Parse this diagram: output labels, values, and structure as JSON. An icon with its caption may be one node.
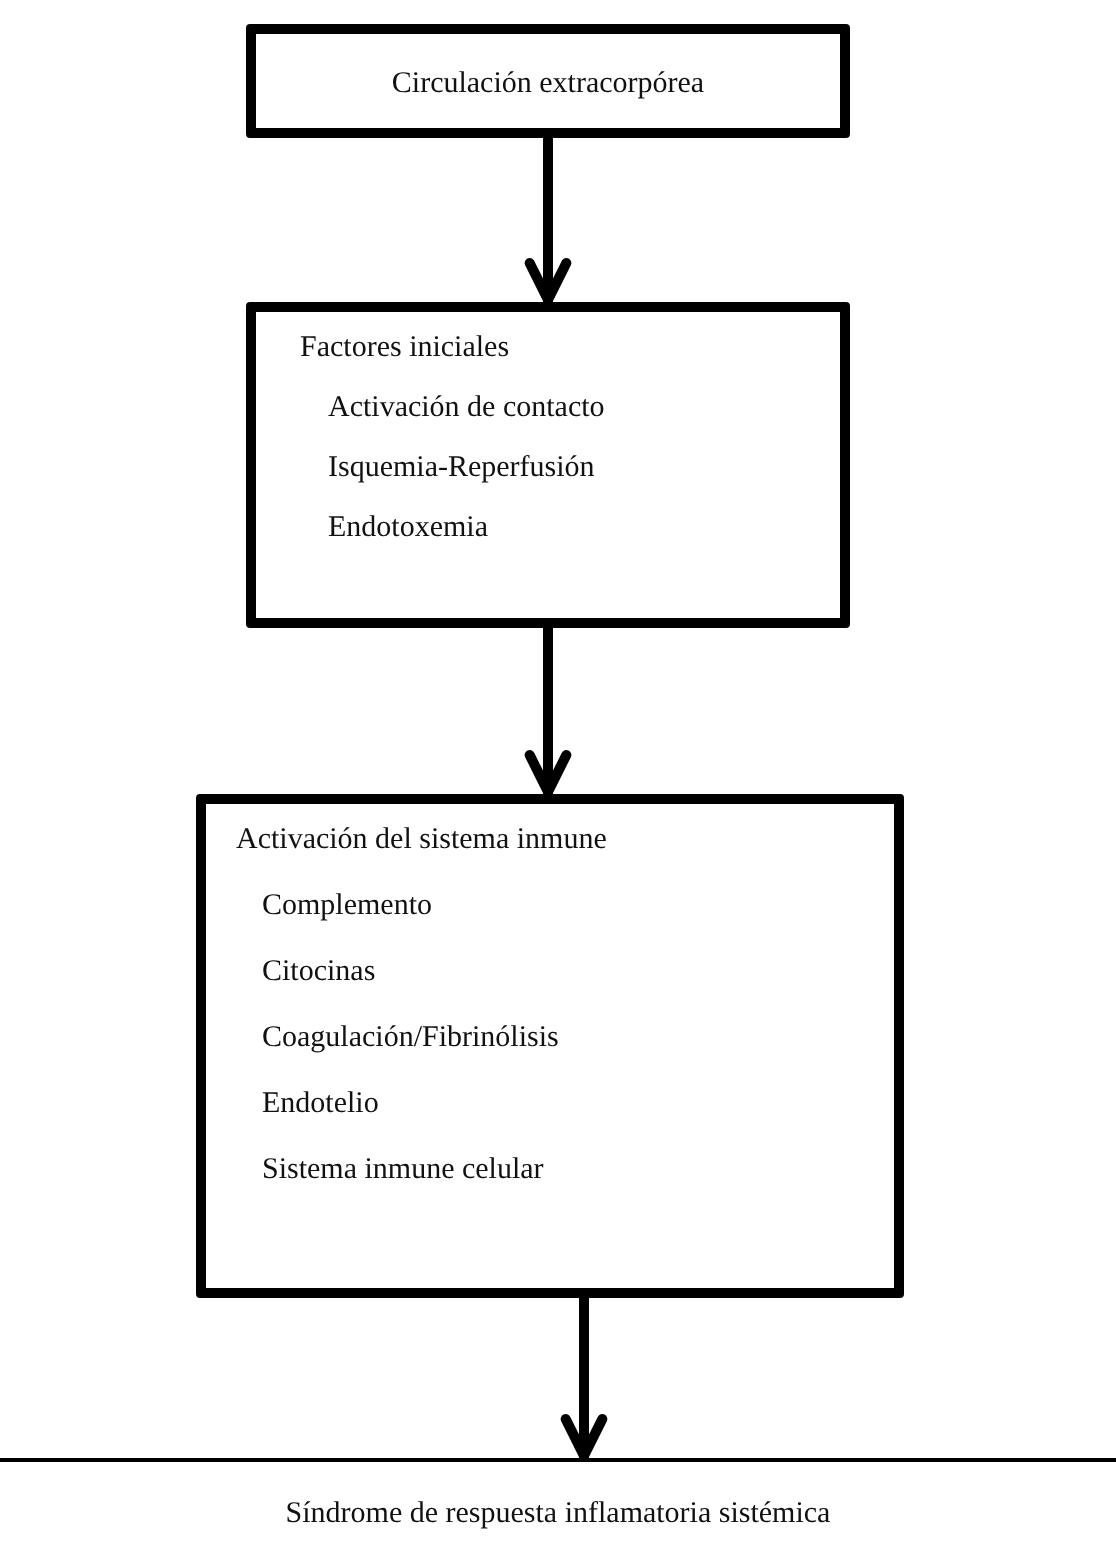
{
  "diagram": {
    "nodes": [
      {
        "text": [
          "Circulación extracorpórea"
        ]
      },
      {
        "text": [
          "Factores iniciales",
          "Activación de contacto",
          "Isquemia-Reperfusión",
          "Endotoxemia"
        ]
      },
      {
        "text": [
          "Activación del sistema inmune",
          "Complemento",
          "Citocinas",
          "Coagulación/Fibrinólisis",
          "Endotelio",
          "Sistema inmune celular"
        ]
      },
      {
        "text": [
          "Síndrome de respuesta inflamatoria sistémica"
        ]
      }
    ],
    "edges": [
      {
        "from": 0,
        "to": 1,
        "arrow": "to"
      },
      {
        "from": 1,
        "to": 2,
        "arrow": "to"
      },
      {
        "from": 2,
        "to": 3,
        "arrow": "to"
      }
    ]
  }
}
